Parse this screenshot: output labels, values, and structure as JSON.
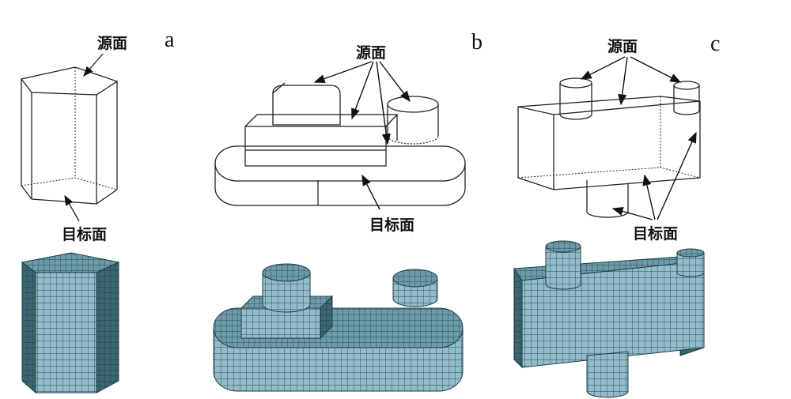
{
  "panels": [
    {
      "letter": "a",
      "source_label": "源面",
      "target_label": "目标面"
    },
    {
      "letter": "b",
      "source_label": "源面",
      "target_label": "目标面"
    },
    {
      "letter": "c",
      "source_label": "源面",
      "target_label": "目标面"
    }
  ],
  "colors": {
    "mesh_light": "#93bccb",
    "mesh_dark": "#2f5b63",
    "grid_line": "#27505a",
    "wire": "#222222"
  }
}
